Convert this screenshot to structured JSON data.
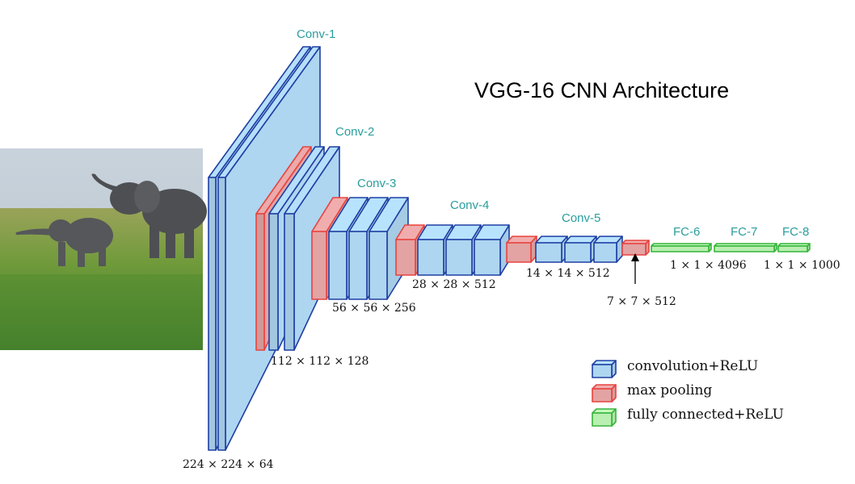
{
  "title": "VGG-16 CNN Architecture",
  "colors": {
    "conv_fill": "#aed6f1",
    "conv_stroke": "#1f3fa3",
    "pool_fill": "#e3a3a3",
    "pool_stroke": "#e8433f",
    "fc_fill": "#b9efb0",
    "fc_stroke": "#35b43a",
    "label": "#2a9d9d"
  },
  "input_image": {
    "description_icon": "elephants-photo"
  },
  "blocks": [
    {
      "label": "Conv-1",
      "dims": "224 × 224 × 64"
    },
    {
      "label": "Conv-2",
      "dims": "112 × 112 × 128"
    },
    {
      "label": "Conv-3",
      "dims": "56 × 56 × 256"
    },
    {
      "label": "Conv-4",
      "dims": "28 × 28 × 512"
    },
    {
      "label": "Conv-5",
      "dims": "14 × 14 × 512"
    },
    {
      "label": "",
      "dims": "7 × 7 × 512"
    },
    {
      "label": "FC-6",
      "dims": "1 × 1 × 4096"
    },
    {
      "label": "FC-7",
      "dims": ""
    },
    {
      "label": "FC-8",
      "dims": "1 × 1 × 1000"
    }
  ],
  "legend": [
    {
      "label": "convolution+ReLU",
      "type": "conv"
    },
    {
      "label": "max pooling",
      "type": "pool"
    },
    {
      "label": "fully connected+ReLU",
      "type": "fc"
    }
  ]
}
